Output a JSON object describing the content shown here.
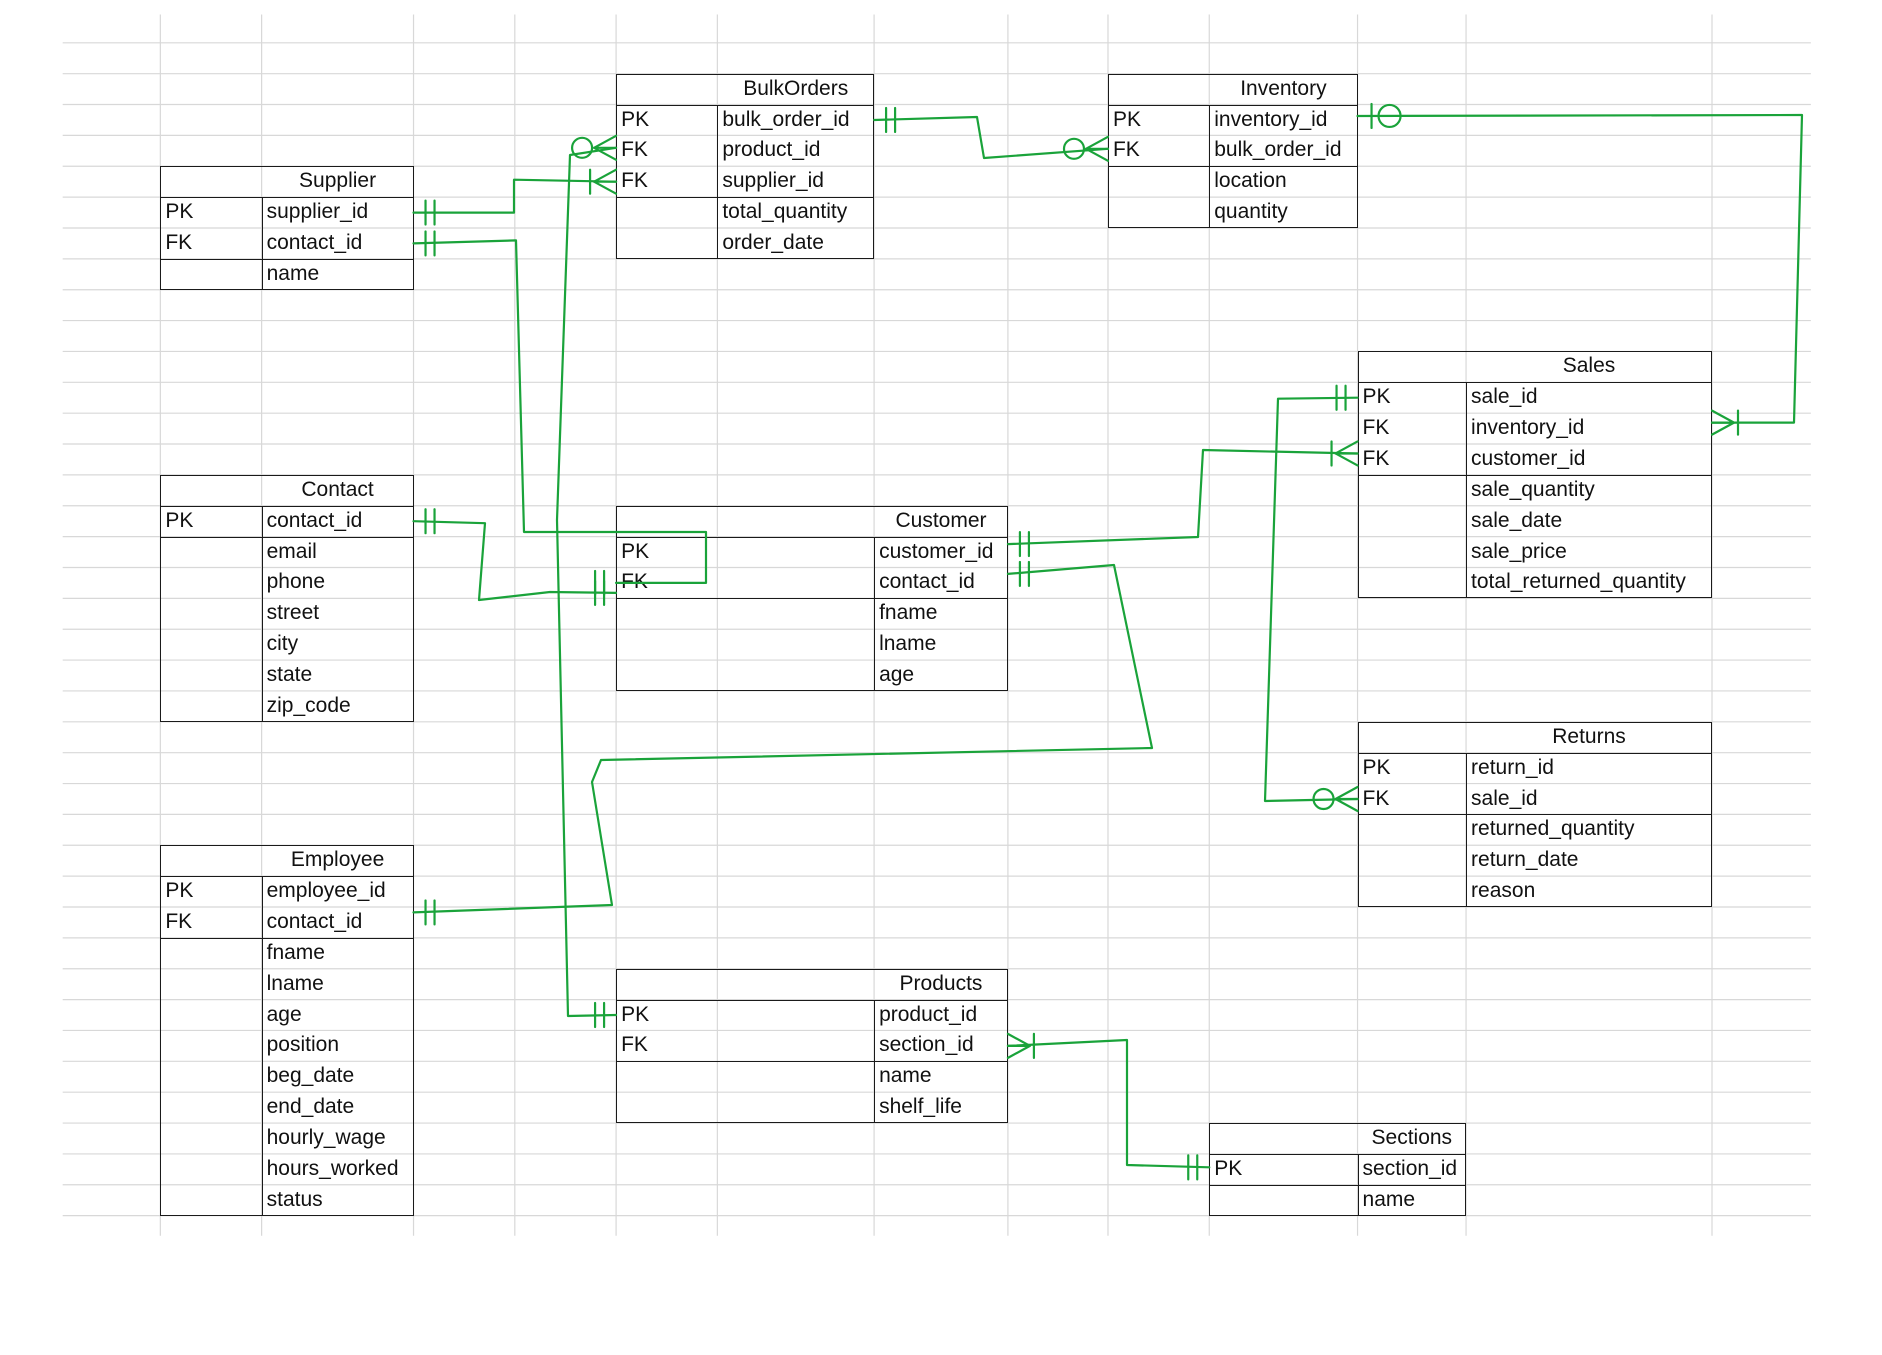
{
  "style": {
    "grid_color": "#d8d8d8",
    "table_border_color": "#1a1a1a",
    "connector_color": "#1aa33a",
    "background": "#ffffff"
  },
  "entities": [
    {
      "id": "supplier",
      "title": "Supplier",
      "key_groups": [
        [
          {
            "key": "PK",
            "name": "supplier_id"
          },
          {
            "key": "FK",
            "name": "contact_id"
          }
        ],
        [
          {
            "key": "",
            "name": "name"
          }
        ]
      ]
    },
    {
      "id": "bulkorders",
      "title": "BulkOrders",
      "key_groups": [
        [
          {
            "key": "PK",
            "name": "bulk_order_id"
          },
          {
            "key": "FK",
            "name": "product_id"
          },
          {
            "key": "FK",
            "name": "supplier_id"
          }
        ],
        [
          {
            "key": "",
            "name": "total_quantity"
          },
          {
            "key": "",
            "name": "order_date"
          }
        ]
      ]
    },
    {
      "id": "inventory",
      "title": "Inventory",
      "key_groups": [
        [
          {
            "key": "PK",
            "name": "inventory_id"
          },
          {
            "key": "FK",
            "name": "bulk_order_id"
          }
        ],
        [
          {
            "key": "",
            "name": "location"
          },
          {
            "key": "",
            "name": "quantity"
          }
        ]
      ]
    },
    {
      "id": "contact",
      "title": "Contact",
      "key_groups": [
        [
          {
            "key": "PK",
            "name": "contact_id"
          }
        ],
        [
          {
            "key": "",
            "name": "email"
          },
          {
            "key": "",
            "name": "phone"
          },
          {
            "key": "",
            "name": "street"
          },
          {
            "key": "",
            "name": "city"
          },
          {
            "key": "",
            "name": "state"
          },
          {
            "key": "",
            "name": "zip_code"
          }
        ]
      ]
    },
    {
      "id": "customer",
      "title": "Customer",
      "key_groups": [
        [
          {
            "key": "PK",
            "name": "customer_id"
          },
          {
            "key": "FK",
            "name": "contact_id"
          }
        ],
        [
          {
            "key": "",
            "name": "fname"
          },
          {
            "key": "",
            "name": "lname"
          },
          {
            "key": "",
            "name": "age"
          }
        ]
      ]
    },
    {
      "id": "sales",
      "title": "Sales",
      "key_groups": [
        [
          {
            "key": "PK",
            "name": "sale_id"
          },
          {
            "key": "FK",
            "name": "inventory_id"
          },
          {
            "key": "FK",
            "name": "customer_id"
          }
        ],
        [
          {
            "key": "",
            "name": "sale_quantity"
          },
          {
            "key": "",
            "name": "sale_date"
          },
          {
            "key": "",
            "name": "sale_price"
          },
          {
            "key": "",
            "name": "total_returned_quantity"
          }
        ]
      ]
    },
    {
      "id": "returns",
      "title": "Returns",
      "key_groups": [
        [
          {
            "key": "PK",
            "name": "return_id"
          },
          {
            "key": "FK",
            "name": "sale_id"
          }
        ],
        [
          {
            "key": "",
            "name": "returned_quantity"
          },
          {
            "key": "",
            "name": "return_date"
          },
          {
            "key": "",
            "name": "reason"
          }
        ]
      ]
    },
    {
      "id": "employee",
      "title": "Employee",
      "key_groups": [
        [
          {
            "key": "PK",
            "name": "employee_id"
          },
          {
            "key": "FK",
            "name": "contact_id"
          }
        ],
        [
          {
            "key": "",
            "name": "fname"
          },
          {
            "key": "",
            "name": "lname"
          },
          {
            "key": "",
            "name": "age"
          },
          {
            "key": "",
            "name": "position"
          },
          {
            "key": "",
            "name": "beg_date"
          },
          {
            "key": "",
            "name": "end_date"
          },
          {
            "key": "",
            "name": "hourly_wage"
          },
          {
            "key": "",
            "name": "hours_worked"
          },
          {
            "key": "",
            "name": "status"
          }
        ]
      ]
    },
    {
      "id": "products",
      "title": "Products",
      "key_groups": [
        [
          {
            "key": "PK",
            "name": "product_id"
          },
          {
            "key": "FK",
            "name": "section_id"
          }
        ],
        [
          {
            "key": "",
            "name": "name"
          },
          {
            "key": "",
            "name": "shelf_life"
          }
        ]
      ]
    },
    {
      "id": "sections",
      "title": "Sections",
      "key_groups": [
        [
          {
            "key": "PK",
            "name": "section_id"
          }
        ],
        [
          {
            "key": "",
            "name": "name"
          }
        ]
      ]
    }
  ],
  "relationships": [
    {
      "from": "supplier.supplier_id",
      "to": "bulkorders.supplier_id",
      "from_notation": "one-and-only-one",
      "to_notation": "one-or-many"
    },
    {
      "from": "supplier.contact_id",
      "to": "customer.contact_id",
      "from_notation": "one-and-only-one",
      "to_notation": "one-and-only-one"
    },
    {
      "from": "contact.contact_id",
      "to": "customer.contact_id",
      "from_notation": "one-and-only-one",
      "to_notation": "one-and-only-one"
    },
    {
      "from": "bulkorders.bulk_order_id",
      "to": "inventory.bulk_order_id",
      "from_notation": "one-and-only-one",
      "to_notation": "zero-or-many"
    },
    {
      "from": "inventory.inventory_id",
      "to": "sales.inventory_id",
      "from_notation": "zero-or-one",
      "to_notation": "one-or-many"
    },
    {
      "from": "customer.customer_id",
      "to": "sales.customer_id",
      "from_notation": "one-and-only-one",
      "to_notation": "one-or-many"
    },
    {
      "from": "sales.sale_id",
      "to": "returns.sale_id",
      "from_notation": "one-and-only-one",
      "to_notation": "zero-or-many"
    },
    {
      "from": "customer.contact_id",
      "to": "employee.contact_id",
      "from_notation": "one-and-only-one",
      "to_notation": "one-and-only-one"
    },
    {
      "from": "products.product_id",
      "to": "bulkorders.product_id",
      "from_notation": "one-and-only-one",
      "to_notation": "zero-or-many"
    },
    {
      "from": "products.section_id",
      "to": "sections.section_id",
      "from_notation": "one-or-many",
      "to_notation": "one-and-only-one"
    }
  ]
}
